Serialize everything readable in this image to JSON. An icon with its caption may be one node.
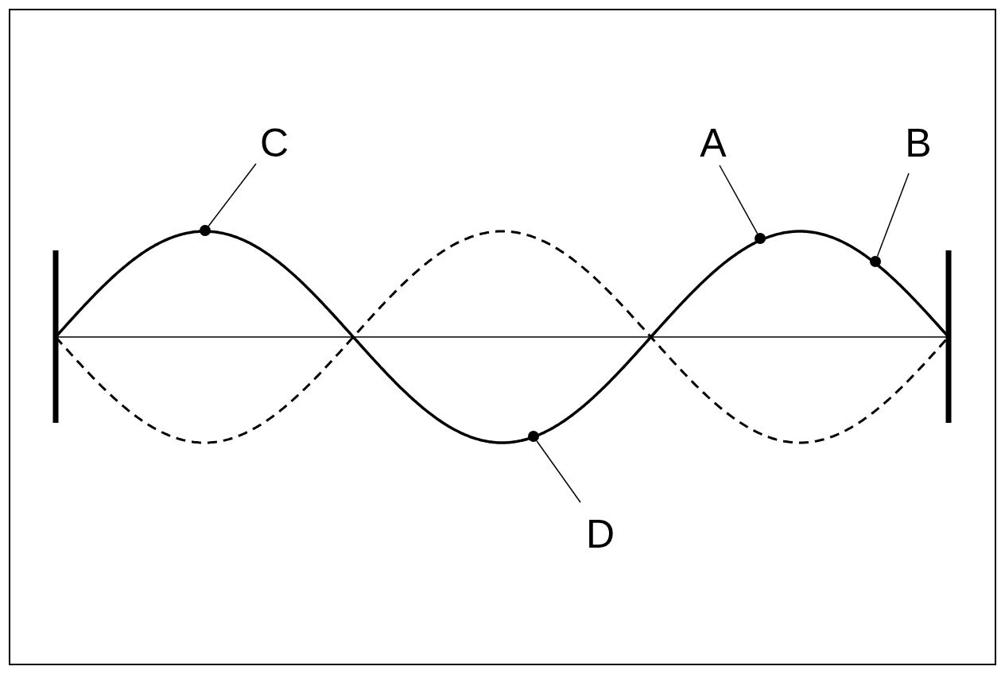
{
  "diagram": {
    "nodes": [
      {
        "text": [
          "C"
        ]
      },
      {
        "text": [],
        "shape": "circle"
      },
      {
        "text": [
          "A"
        ]
      },
      {
        "text": [],
        "shape": "circle"
      },
      {
        "text": [
          "B"
        ]
      },
      {
        "text": [],
        "shape": "circle"
      },
      {
        "text": [
          "D"
        ]
      },
      {
        "text": [],
        "shape": "circle"
      }
    ],
    "edges": [
      {
        "from": 0,
        "to": 1,
        "arrow": "none"
      },
      {
        "from": 2,
        "to": 3,
        "arrow": "none"
      },
      {
        "from": 4,
        "to": 5,
        "arrow": "none"
      },
      {
        "from": 6,
        "to": 7,
        "arrow": "none"
      }
    ]
  }
}
